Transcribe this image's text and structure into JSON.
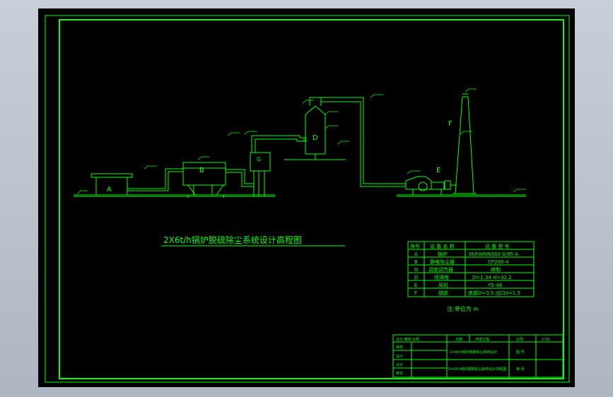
{
  "colors": {
    "line": "#00ff00",
    "text": "#00ff00",
    "background": "#000000",
    "frame": "#aeb6c2"
  },
  "title": "2X6t/h锅炉脱硫除尘系统设计高程图",
  "note": "注:单位为 m",
  "equipment_labels": {
    "A": "A",
    "B": "B",
    "G": "G",
    "D": "D",
    "E": "E",
    "F": "F"
  },
  "table": {
    "headers": [
      "序号",
      "设 备 名 称",
      "设 备 型 号"
    ],
    "rows": [
      [
        "A",
        "锅炉",
        "6t/hWNN360-0/95-A"
      ],
      [
        "B",
        "静电除尘器",
        "CP200-4"
      ],
      [
        "G",
        "调度调节器",
        "砖制"
      ],
      [
        "D",
        "喷淋塔",
        "D=1.34 H=32.2"
      ],
      [
        "E",
        "风机",
        "Y5-48"
      ],
      [
        "F",
        "烟囱",
        "底部D=3.5 出口d=1.5"
      ]
    ]
  },
  "title_block": {
    "c1": "设计 审核 比例",
    "c2": "审核",
    "c3": "设计",
    "c4": "设计",
    "c5": "日期",
    "c6": "审定",
    "c7": "环境工程",
    "c8": "比例",
    "c9": "1:50",
    "c10": "2×6t/h锅炉脱硫除尘系统设计",
    "c11": "图 号",
    "c12": "2×6t/h锅炉脱硫除尘系统设计高程图",
    "c13": "第 张"
  }
}
